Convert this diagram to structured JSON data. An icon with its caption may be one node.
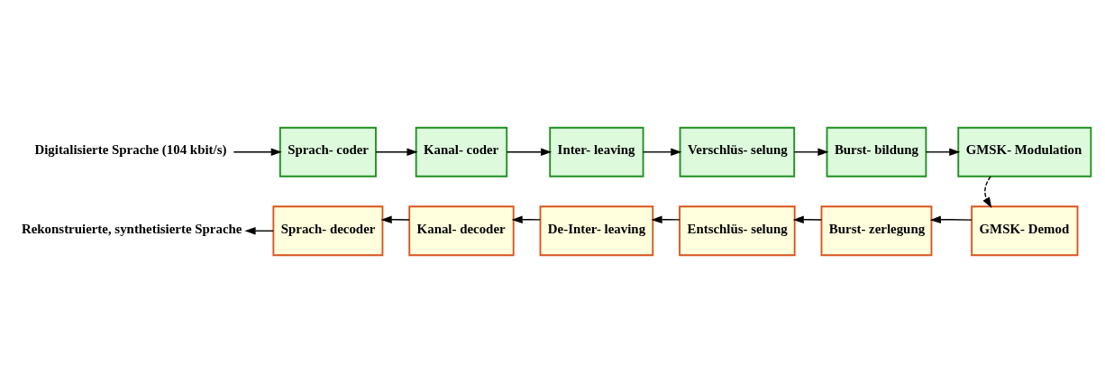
{
  "diagram": {
    "nodes": [
      {
        "text": [
          "Digitalisierte Sprache (104 kbit/s)"
        ]
      },
      {
        "text": [
          "Sprach- coder"
        ]
      },
      {
        "text": [
          "Kanal- coder"
        ]
      },
      {
        "text": [
          "Inter- leaving"
        ]
      },
      {
        "text": [
          "Verschlüs- selung"
        ]
      },
      {
        "text": [
          "Burst- bildung"
        ]
      },
      {
        "text": [
          "GMSK- Modulation"
        ]
      },
      {
        "text": [
          "Sprach- decoder"
        ]
      },
      {
        "text": [
          "Kanal- decoder"
        ]
      },
      {
        "text": [
          "De-Inter- leaving"
        ]
      },
      {
        "text": [
          "Entschlüs- selung"
        ]
      },
      {
        "text": [
          "Burst- zerlegung"
        ]
      },
      {
        "text": [
          "GMSK- Demod"
        ]
      },
      {
        "text": [
          "Rekonstruierte, synthetisierte Sprache"
        ]
      }
    ],
    "edges": [
      {
        "from": 0,
        "to": 1,
        "arrow": "to"
      },
      {
        "from": 1,
        "to": 2,
        "arrow": "to"
      },
      {
        "from": 2,
        "to": 3,
        "arrow": "to"
      },
      {
        "from": 3,
        "to": 4,
        "arrow": "to"
      },
      {
        "from": 4,
        "to": 5,
        "arrow": "to"
      },
      {
        "from": 5,
        "to": 6,
        "arrow": "to"
      },
      {
        "from": 6,
        "to": 12,
        "arrow": "to",
        "style": "dashed"
      },
      {
        "from": 12,
        "to": 11,
        "arrow": "to"
      },
      {
        "from": 11,
        "to": 10,
        "arrow": "to"
      },
      {
        "from": 10,
        "to": 9,
        "arrow": "to"
      },
      {
        "from": 9,
        "to": 8,
        "arrow": "to"
      },
      {
        "from": 8,
        "to": 7,
        "arrow": "to"
      },
      {
        "from": 7,
        "to": 13,
        "arrow": "to"
      }
    ]
  }
}
